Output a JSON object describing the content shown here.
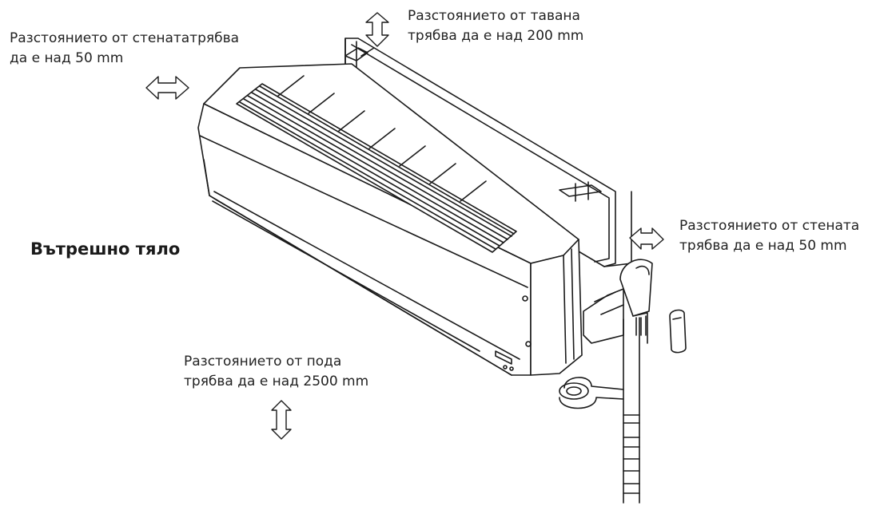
{
  "labels": {
    "wall_left": {
      "line1": "Разстоянието от стенататрябва",
      "line2": "да е над 50 mm"
    },
    "ceiling": {
      "line1": "Разстоянието от тавана",
      "line2": "трябва да е над 200 mm"
    },
    "wall_right": {
      "line1": "Разстоянието от стената",
      "line2": "трябва да е над 50 mm"
    },
    "floor": {
      "line1": "Разстоянието от пода",
      "line2": "трябва да е над 2500 mm"
    }
  },
  "title": "Вътрешно тяло",
  "icons": {
    "clearance_arrows": "double-arrow-icon",
    "remote": "remote-control-icon"
  },
  "colors": {
    "line": "#1a1a1a",
    "background": "#ffffff"
  }
}
